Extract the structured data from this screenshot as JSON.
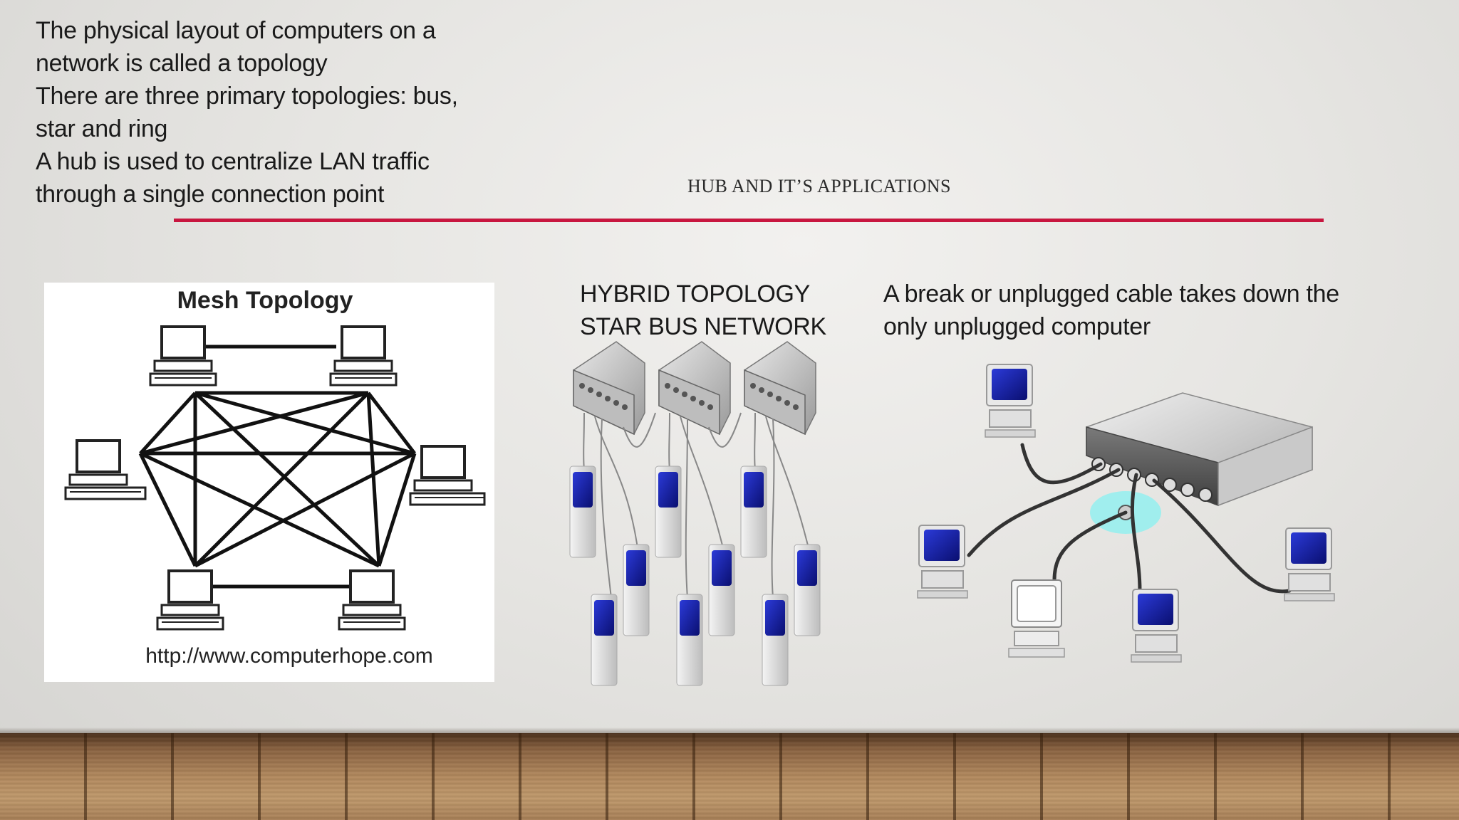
{
  "bullets": [
    "The physical layout of computers on a network is called a topology",
    "There are three primary topologies: bus, star and ring",
    "A hub is used to centralize LAN traffic through a single connection point"
  ],
  "slide_title": "HUB AND IT’S APPLICATIONS",
  "accent_color": "#c8163f",
  "mesh": {
    "title": "Mesh Topology",
    "credit": "http://www.computerhope.com"
  },
  "hybrid": {
    "line1": "HYBRID TOPOLOGY",
    "line2": "STAR BUS NETWORK"
  },
  "break_note": {
    "line1": "A break or unplugged cable takes down the",
    "line2": "only unplugged computer"
  }
}
